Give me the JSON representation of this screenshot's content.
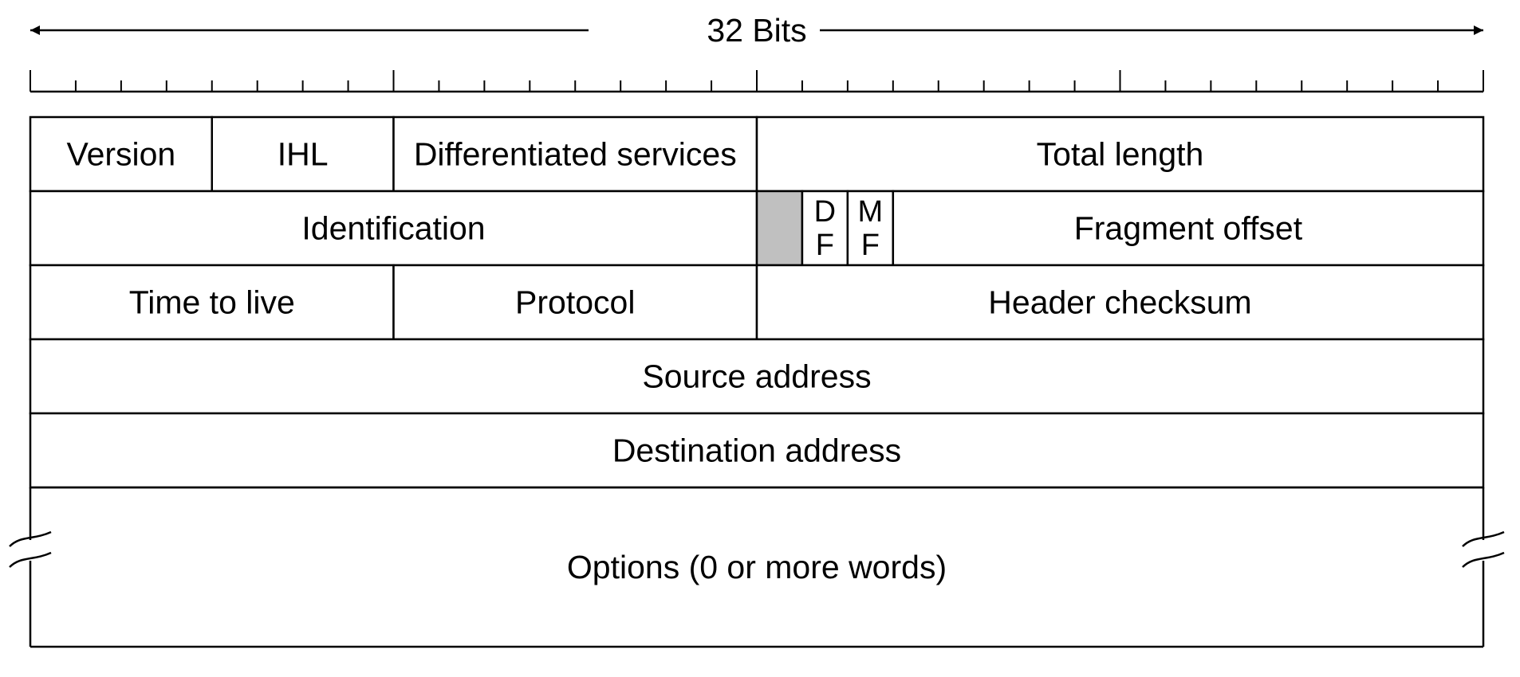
{
  "ruler": {
    "label": "32 Bits",
    "bits": 32
  },
  "rows": [
    [
      {
        "name": "version",
        "label": "Version",
        "start": 0,
        "width": 4
      },
      {
        "name": "ihl",
        "label": "IHL",
        "start": 4,
        "width": 4
      },
      {
        "name": "differentiated-services",
        "label": "Differentiated services",
        "start": 8,
        "width": 8
      },
      {
        "name": "total-length",
        "label": "Total length",
        "start": 16,
        "width": 16
      }
    ],
    [
      {
        "name": "identification",
        "label": "Identification",
        "start": 0,
        "width": 16
      },
      {
        "name": "reserved-bit",
        "label": "",
        "start": 16,
        "width": 1,
        "shaded": true
      },
      {
        "name": "df-flag",
        "label": [
          "D",
          "F"
        ],
        "start": 17,
        "width": 1
      },
      {
        "name": "mf-flag",
        "label": [
          "M",
          "F"
        ],
        "start": 18,
        "width": 1
      },
      {
        "name": "fragment-offset",
        "label": "Fragment offset",
        "start": 19,
        "width": 13
      }
    ],
    [
      {
        "name": "time-to-live",
        "label": "Time to live",
        "start": 0,
        "width": 8
      },
      {
        "name": "protocol",
        "label": "Protocol",
        "start": 8,
        "width": 8
      },
      {
        "name": "header-checksum",
        "label": "Header checksum",
        "start": 16,
        "width": 16
      }
    ],
    [
      {
        "name": "source-address",
        "label": "Source address",
        "start": 0,
        "width": 32
      }
    ],
    [
      {
        "name": "destination-address",
        "label": "Destination address",
        "start": 0,
        "width": 32
      }
    ]
  ],
  "options": {
    "label": "Options (0 or more words)"
  },
  "colors": {
    "line": "#000000",
    "shaded": "#c0c0c0",
    "background": "#ffffff"
  }
}
